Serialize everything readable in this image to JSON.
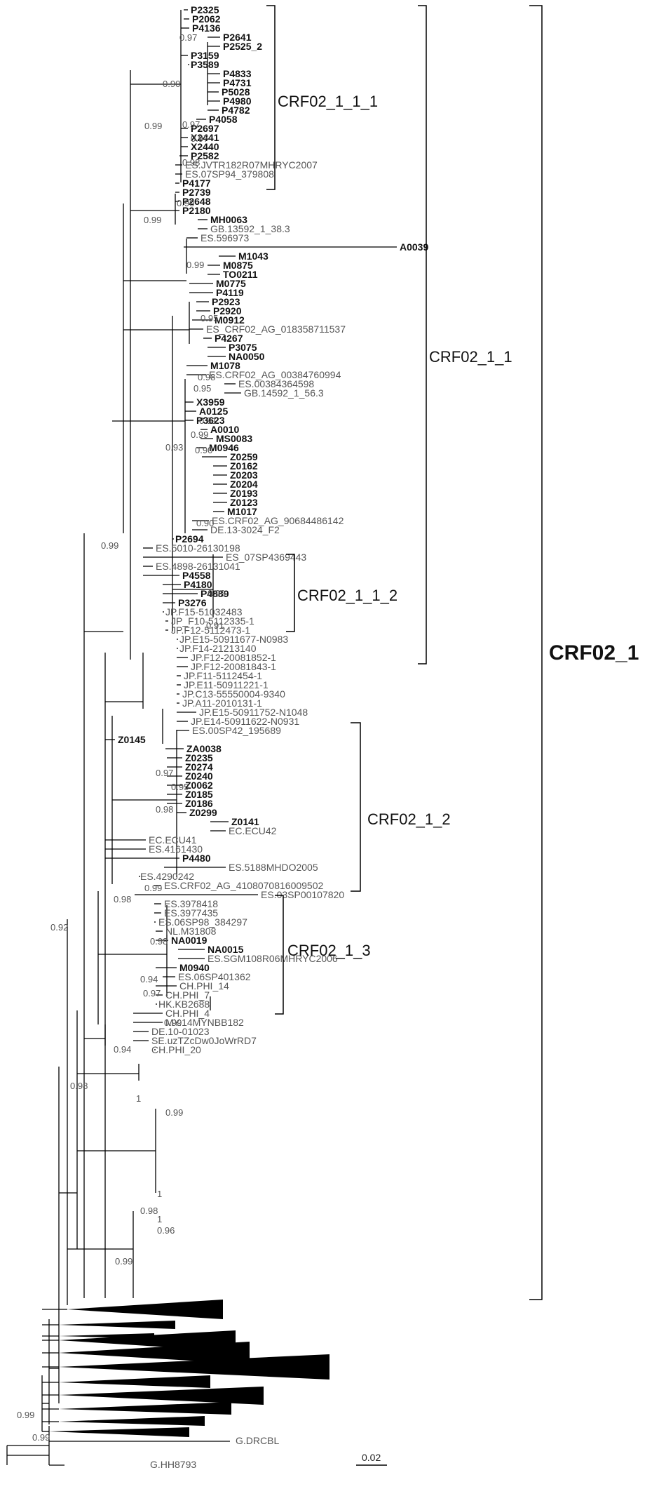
{
  "leaves": [
    {
      "t": "P2325",
      "b": 1
    },
    {
      "t": "P2062",
      "b": 1
    },
    {
      "t": "P4136",
      "b": 1
    },
    {
      "t": "P2641",
      "b": 1
    },
    {
      "t": "P2525_2",
      "b": 1
    },
    {
      "t": "P3159",
      "b": 1
    },
    {
      "t": "P3589",
      "b": 1
    },
    {
      "t": "P4833",
      "b": 1
    },
    {
      "t": "P4731",
      "b": 1
    },
    {
      "t": "P5028",
      "b": 1
    },
    {
      "t": "P4980",
      "b": 1
    },
    {
      "t": "P4782",
      "b": 1
    },
    {
      "t": "P4058",
      "b": 1
    },
    {
      "t": "P2697",
      "b": 1
    },
    {
      "t": "X2441",
      "b": 1
    },
    {
      "t": "X2440",
      "b": 1
    },
    {
      "t": "P2582",
      "b": 1
    },
    {
      "t": "ES.JVTR182R07MHRYC2007",
      "b": 0
    },
    {
      "t": "ES.07SP94_379808",
      "b": 0
    },
    {
      "t": "P4177",
      "b": 1
    },
    {
      "t": "P2739",
      "b": 1
    },
    {
      "t": "P2648",
      "b": 1
    },
    {
      "t": "P2180",
      "b": 1
    },
    {
      "t": "MH0063",
      "b": 1
    },
    {
      "t": "GB.13592_1_38.3",
      "b": 0
    },
    {
      "t": "ES.596973",
      "b": 0
    },
    {
      "t": "A0039",
      "b": 1
    },
    {
      "t": "M1043",
      "b": 1
    },
    {
      "t": "M0875",
      "b": 1
    },
    {
      "t": "TO0211",
      "b": 1
    },
    {
      "t": "M0775",
      "b": 1
    },
    {
      "t": "P4119",
      "b": 1
    },
    {
      "t": "P2923",
      "b": 1
    },
    {
      "t": "P2920",
      "b": 1
    },
    {
      "t": "M0912",
      "b": 1
    },
    {
      "t": "ES_CRF02_AG_018358711537",
      "b": 0
    },
    {
      "t": "P4267",
      "b": 1
    },
    {
      "t": "P3075",
      "b": 1
    },
    {
      "t": "NA0050",
      "b": 1
    },
    {
      "t": "M1078",
      "b": 1
    },
    {
      "t": "ES.CRF02_AG_00384760994",
      "b": 0
    },
    {
      "t": "ES.00384364598",
      "b": 0
    },
    {
      "t": "GB.14592_1_56.3",
      "b": 0
    },
    {
      "t": "X3959",
      "b": 1
    },
    {
      "t": "A0125",
      "b": 1
    },
    {
      "t": "P3623",
      "b": 1
    },
    {
      "t": "A0010",
      "b": 1
    },
    {
      "t": "MS0083",
      "b": 1
    },
    {
      "t": "M0946",
      "b": 1
    },
    {
      "t": "Z0259",
      "b": 1
    },
    {
      "t": "Z0162",
      "b": 1
    },
    {
      "t": "Z0203",
      "b": 1
    },
    {
      "t": "Z0204",
      "b": 1
    },
    {
      "t": "Z0193",
      "b": 1
    },
    {
      "t": "Z0123",
      "b": 1
    },
    {
      "t": "M1017",
      "b": 1
    },
    {
      "t": "ES.CRF02_AG_90684486142",
      "b": 0
    },
    {
      "t": "DE.13-3024_F2",
      "b": 0
    },
    {
      "t": "P2694",
      "b": 1
    },
    {
      "t": "ES.5010-26130198",
      "b": 0
    },
    {
      "t": "ES_07SP4369443",
      "b": 0
    },
    {
      "t": "ES.4898-26131041",
      "b": 0
    },
    {
      "t": "P4558",
      "b": 1
    },
    {
      "t": "P4180",
      "b": 1
    },
    {
      "t": "P4889",
      "b": 1
    },
    {
      "t": "P3276",
      "b": 1
    },
    {
      "t": "JP.F15-51032483",
      "b": 0
    },
    {
      "t": "JP_F10-5112335-1",
      "b": 0
    },
    {
      "t": "JP.F12-5112473-1",
      "b": 0
    },
    {
      "t": "JP.E15-50911677-N0983",
      "b": 0
    },
    {
      "t": "JP.F14-21213140",
      "b": 0
    },
    {
      "t": "JP.F12-20081852-1",
      "b": 0
    },
    {
      "t": "JP.F12-20081843-1",
      "b": 0
    },
    {
      "t": "JP.F11-5112454-1",
      "b": 0
    },
    {
      "t": "JP.E11-50911221-1",
      "b": 0
    },
    {
      "t": "JP.C13-55550004-9340",
      "b": 0
    },
    {
      "t": "JP.A11-2010131-1",
      "b": 0
    },
    {
      "t": "JP.E15-50911752-N1048",
      "b": 0
    },
    {
      "t": "JP.E14-50911622-N0931",
      "b": 0
    },
    {
      "t": "ES.00SP42_195689",
      "b": 0
    },
    {
      "t": "Z0145",
      "b": 1
    },
    {
      "t": "ZA0038",
      "b": 1
    },
    {
      "t": "Z0235",
      "b": 1
    },
    {
      "t": "Z0274",
      "b": 1
    },
    {
      "t": "Z0240",
      "b": 1
    },
    {
      "t": "Z0062",
      "b": 1
    },
    {
      "t": "Z0185",
      "b": 1
    },
    {
      "t": "Z0186",
      "b": 1
    },
    {
      "t": "Z0299",
      "b": 1
    },
    {
      "t": "Z0141",
      "b": 1
    },
    {
      "t": "EC.ECU42",
      "b": 0
    },
    {
      "t": "EC.ECU41",
      "b": 0
    },
    {
      "t": "ES.4161430",
      "b": 0
    },
    {
      "t": "P4480",
      "b": 1
    },
    {
      "t": "ES.5188MHDO2005",
      "b": 0
    },
    {
      "t": "ES.4290242",
      "b": 0
    },
    {
      "t": "ES.CRF02_AG_4108070816009502",
      "b": 0
    },
    {
      "t": "ES.03SP00107820",
      "b": 0
    },
    {
      "t": "ES.3978418",
      "b": 0
    },
    {
      "t": "ES.3977435",
      "b": 0
    },
    {
      "t": "ES.06SP98_384297",
      "b": 0
    },
    {
      "t": "NL.M31808",
      "b": 0
    },
    {
      "t": "NA0019",
      "b": 1
    },
    {
      "t": "NA0015",
      "b": 1
    },
    {
      "t": "ES.SGM108R06MHRYC2006",
      "b": 0
    },
    {
      "t": "M0940",
      "b": 1
    },
    {
      "t": "ES.06SP401362",
      "b": 0
    },
    {
      "t": "CH.PHI_14",
      "b": 0
    },
    {
      "t": "CH.PHI_7",
      "b": 0
    },
    {
      "t": "HK.KB2688",
      "b": 0
    },
    {
      "t": "CH.PHI_4",
      "b": 0
    },
    {
      "t": "MY.14MYNBB182",
      "b": 0
    },
    {
      "t": "DE.10-01023",
      "b": 0
    },
    {
      "t": "SE.uzTZcDw0JoWrRD7",
      "b": 0
    },
    {
      "t": "CH.PHI_20",
      "b": 0
    }
  ],
  "outgroups": [
    {
      "t": "G.DRCBL"
    },
    {
      "t": "G.HH8793"
    }
  ],
  "supports": [
    "0.97",
    "0.90",
    "0.99",
    "0.97",
    "0.97",
    "0.98",
    "0.90",
    "0.99",
    "0.99",
    "0.95",
    "0.98",
    "0.95",
    "0.91",
    "0.99",
    "0.90",
    "0.93",
    "0.90",
    "0.99",
    "0.91",
    "0.99",
    "0.95",
    "0.97",
    "0.98",
    "0.99",
    "0.92",
    "0.98",
    "0.98",
    "0.94",
    "0.97",
    "0.99",
    "0.94",
    "0.98",
    "1",
    "0.99",
    "1",
    "0.98",
    "1",
    "0.96",
    "0.99",
    "0.99",
    "0.99"
  ],
  "clades": [
    {
      "name": "CRF02_1_1_1"
    },
    {
      "name": "CRF02_1_1"
    },
    {
      "name": "CRF02_1_1_2"
    },
    {
      "name": "CRF02_1_2"
    },
    {
      "name": "CRF02_1_3"
    },
    {
      "name": "CRF02_1"
    }
  ],
  "scale_label": "0.02"
}
